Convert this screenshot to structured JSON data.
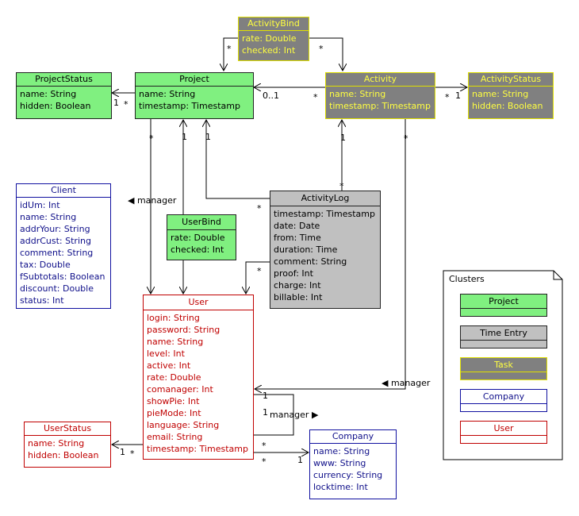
{
  "classes": {
    "activity_bind": {
      "name": "ActivityBind",
      "attrs": [
        "rate: Double",
        "checked: Int"
      ]
    },
    "project_status": {
      "name": "ProjectStatus",
      "attrs": [
        "name: String",
        "hidden: Boolean"
      ]
    },
    "project": {
      "name": "Project",
      "attrs": [
        "name: String",
        "timestamp: Timestamp"
      ]
    },
    "activity": {
      "name": "Activity",
      "attrs": [
        "name: String",
        "timestamp: Timestamp"
      ]
    },
    "activity_status": {
      "name": "ActivityStatus",
      "attrs": [
        "name: String",
        "hidden: Boolean"
      ]
    },
    "client": {
      "name": "Client",
      "attrs": [
        "idUm: Int",
        "name: String",
        "addrYour: String",
        "addrCust: String",
        "comment: String",
        "tax: Double",
        "fSubtotals: Boolean",
        "discount: Double",
        "status: Int"
      ]
    },
    "user_bind": {
      "name": "UserBind",
      "attrs": [
        "rate: Double",
        "checked: Int"
      ]
    },
    "activity_log": {
      "name": "ActivityLog",
      "attrs": [
        "timestamp: Timestamp",
        "date: Date",
        "from: Time",
        "duration: Time",
        "comment: String",
        "proof: Int",
        "charge: Int",
        "billable: Int"
      ]
    },
    "user": {
      "name": "User",
      "attrs": [
        "login: String",
        "password: String",
        "name: String",
        "level: Int",
        "active: Int",
        "rate: Double",
        "comanager: Int",
        "showPie: Int",
        "pieMode: Int",
        "language: String",
        "email: String",
        "timestamp: Timestamp"
      ]
    },
    "user_status": {
      "name": "UserStatus",
      "attrs": [
        "name: String",
        "hidden: Boolean"
      ]
    },
    "company": {
      "name": "Company",
      "attrs": [
        "name: String",
        "www: String",
        "currency: String",
        "locktime: Int"
      ]
    }
  },
  "labels": {
    "ab_proj_mult": "*",
    "ab_act_mult": "*",
    "ps_one": "1",
    "ps_star": "*",
    "proj_act_range": "0..1",
    "proj_act_star": "*",
    "act_as_star": "*",
    "act_as_one": "1",
    "proj_user_star": "*",
    "proj_ub_one": "1",
    "proj_al_one": "1",
    "act_al_one": "1",
    "al_top_star": "*",
    "al_proj_star": "*",
    "al_user_star": "*",
    "act_user_star": "*",
    "manager_left": "◀ manager",
    "manager_right": "◀ manager",
    "user_act_one": "1",
    "self_one": "1",
    "manager_self": "manager ▶",
    "us_one": "1",
    "us_star": "*",
    "uc_star_a": "*",
    "uc_star_b": "*",
    "uc_one": "1"
  },
  "legend": {
    "title": "Clusters",
    "items": [
      {
        "label": "Project",
        "style": "green"
      },
      {
        "label": "Time Entry",
        "style": "gray"
      },
      {
        "label": "Task",
        "style": "task"
      },
      {
        "label": "Company",
        "style": "blue"
      },
      {
        "label": "User",
        "style": "red"
      }
    ]
  },
  "colors": {
    "project_cluster": "#80f080",
    "time_entry_cluster": "#c0c0c0",
    "task_cluster": "#808080",
    "task_text": "#ffff40",
    "company_cluster": "#1010a0",
    "user_cluster": "#c00000"
  }
}
